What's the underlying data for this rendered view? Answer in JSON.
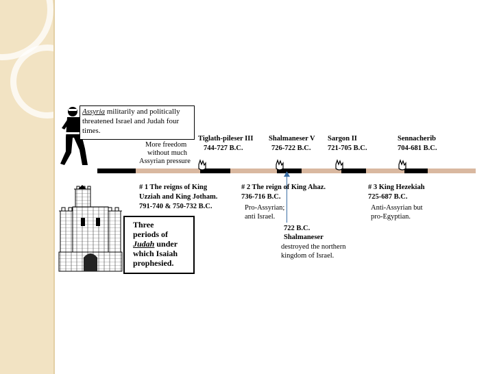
{
  "assyria_box": {
    "word": "Assyria",
    "line1": " militarily and politically",
    "line2": "threatened Israel and Judah four",
    "line3": "times."
  },
  "freedom_note": [
    "More freedom",
    "without much",
    "Assyrian pressure"
  ],
  "kings": [
    {
      "name": "Tiglath-pileser III",
      "dates": "744-727 B.C."
    },
    {
      "name": "Shalmaneser V",
      "dates": "726-722 B.C."
    },
    {
      "name": "Sargon II",
      "dates": "721-705 B.C."
    },
    {
      "name": "Sennacherib",
      "dates": "704-681 B.C."
    }
  ],
  "periods": [
    {
      "title": "# 1 The reigns of King",
      "line2": "Uzziah and King Jotham.",
      "line3": "791-740 & 750-732 B.C."
    },
    {
      "title": "# 2 The reign of King Ahaz.",
      "line2": "736-716 B.C.",
      "note1": "Pro-Assyrian;",
      "note2": "anti Israel."
    },
    {
      "title": "# 3 King Hezekiah",
      "line2": "725-687 B.C.",
      "note1": "Anti-Assyrian but",
      "note2": "pro-Egyptian."
    }
  ],
  "event": {
    "date": "722 B.C.",
    "name": "Shalmaneser",
    "line1": "destroyed the northern",
    "line2": "kingdom of Israel."
  },
  "judah_box": {
    "line1": "Three",
    "line2": "periods of",
    "word": "Judah",
    "line3_rest": " under",
    "line4": "which Isaiah",
    "line5": "prophesied."
  },
  "colors": {
    "sidebar": "#f2e3c3",
    "timeline": "#d9b8a0",
    "arrow": "#3a6ea5"
  }
}
